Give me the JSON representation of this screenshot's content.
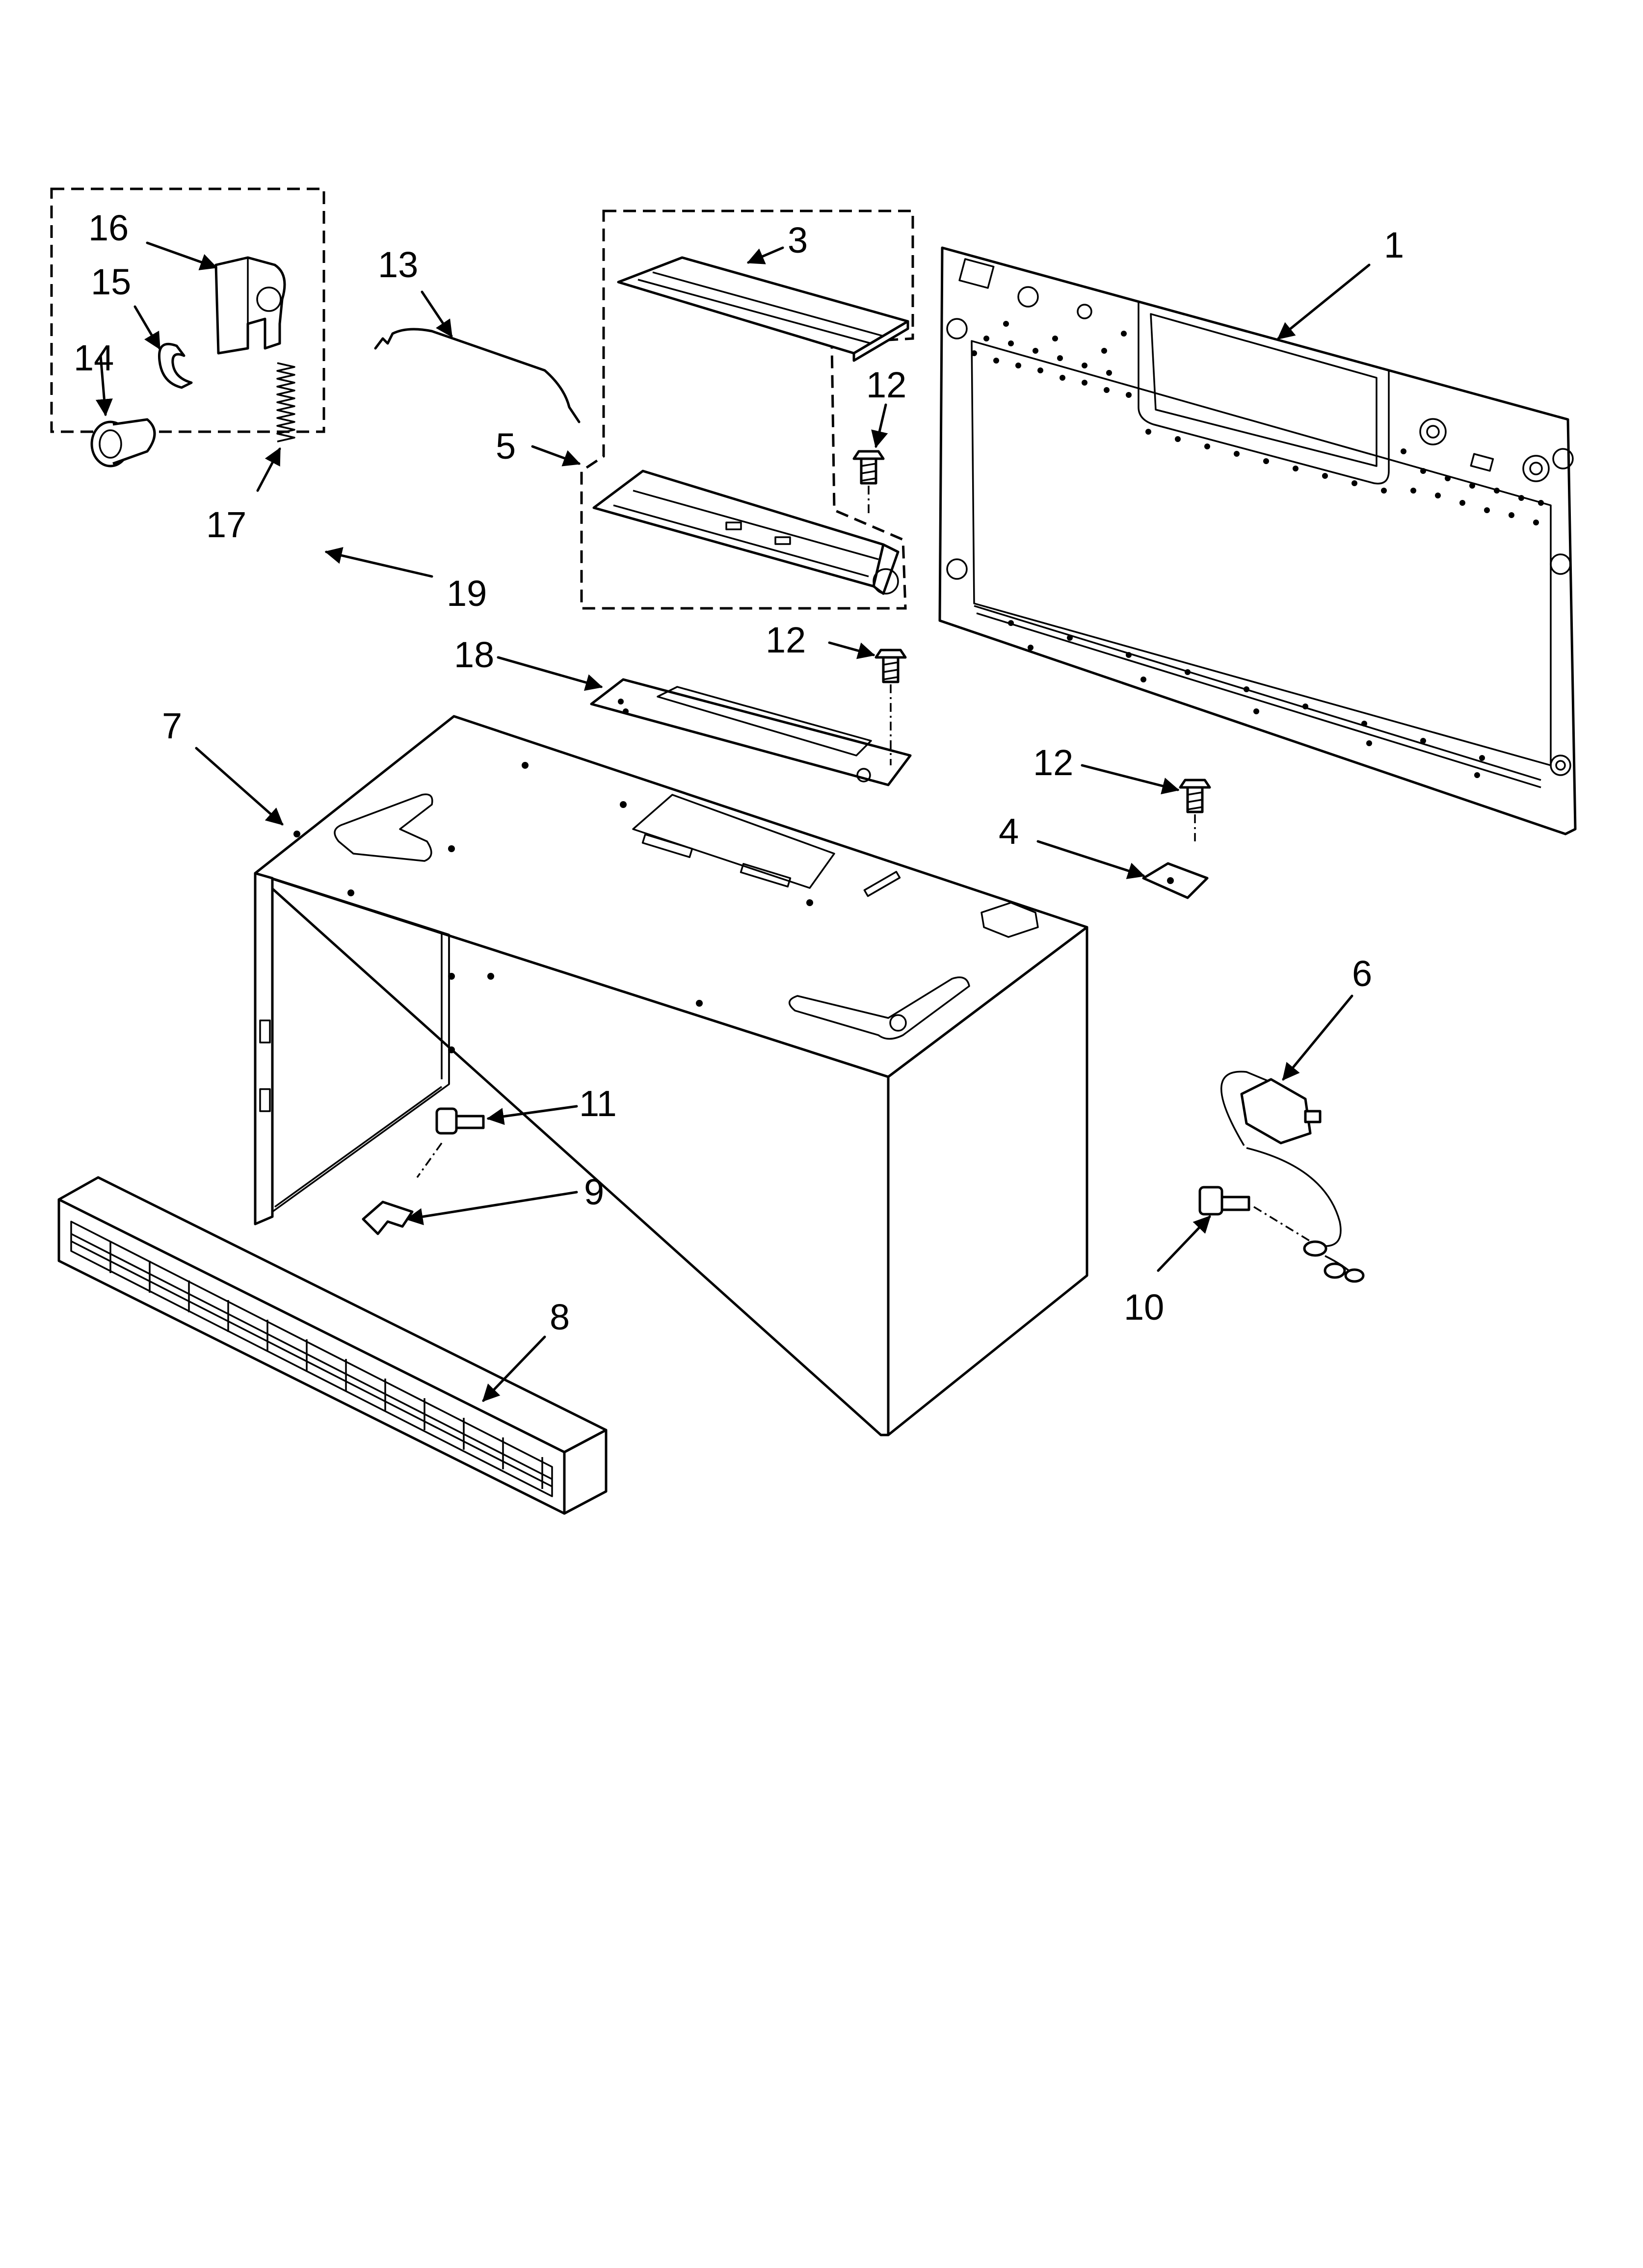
{
  "callouts": {
    "c1": "1",
    "c3": "3",
    "c4": "4",
    "c5": "5",
    "c6": "6",
    "c7": "7",
    "c8": "8",
    "c9": "9",
    "c10": "10",
    "c11": "11",
    "c12a": "12",
    "c12b": "12",
    "c12c": "12",
    "c13": "13",
    "c14": "14",
    "c15": "15",
    "c16": "16",
    "c17": "17",
    "c18": "18",
    "c19": "19"
  }
}
